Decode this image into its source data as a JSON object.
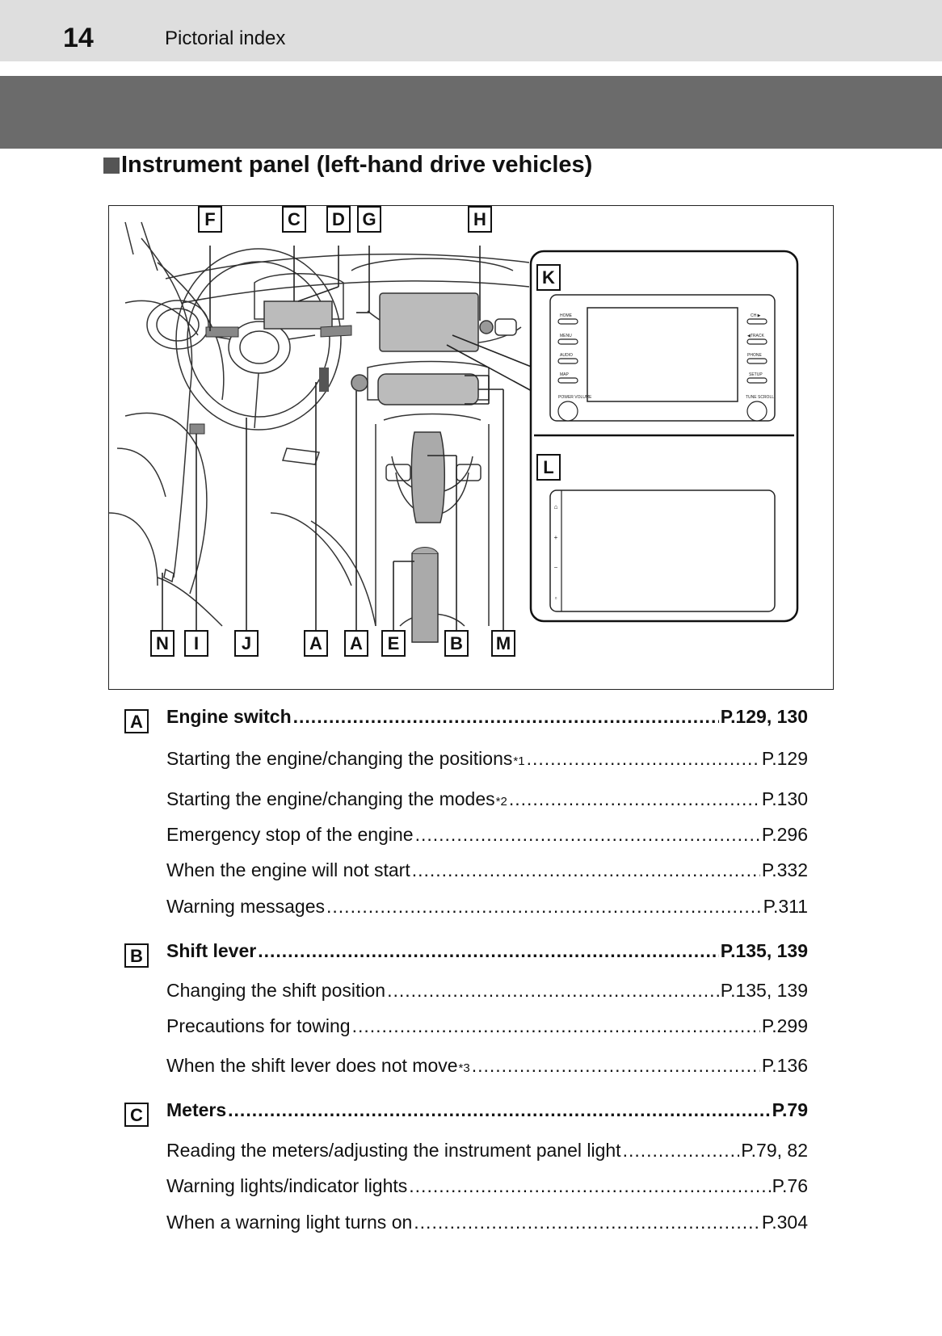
{
  "header": {
    "page_number": "14",
    "section": "Pictorial index"
  },
  "heading": "Instrument panel (left-hand drive vehicles)",
  "figure": {
    "callouts_top": [
      "F",
      "C",
      "D",
      "G",
      "H"
    ],
    "callouts_bottom": [
      "N",
      "I",
      "J",
      "A",
      "A",
      "E",
      "B",
      "M"
    ],
    "inset_k_label": "K",
    "inset_l_label": "L",
    "k_buttons_left": [
      "HOME",
      "MENU",
      "AUDIO",
      "MAP",
      "POWER VOLUME"
    ],
    "k_buttons_right": [
      "CH ▶",
      "◀TRACK",
      "PHONE",
      "SETUP",
      "TUNE SCROLL"
    ],
    "l_side_symbols": [
      "⌂",
      "+",
      "−",
      "▫"
    ]
  },
  "index": [
    {
      "letter": "A",
      "title": "Engine switch",
      "page": "P.129, 130",
      "items": [
        {
          "text": "Starting the engine/changing the positions",
          "sup": "*1",
          "page": "P.129"
        },
        {
          "text": "Starting the engine/changing the modes",
          "sup": "*2",
          "page": "P.130"
        },
        {
          "text": "Emergency stop of the engine",
          "sup": "",
          "page": "P.296"
        },
        {
          "text": "When the engine will not start",
          "sup": "",
          "page": "P.332"
        },
        {
          "text": "Warning messages",
          "sup": "",
          "page": "P.311"
        }
      ]
    },
    {
      "letter": "B",
      "title": "Shift lever",
      "page": "P.135, 139",
      "items": [
        {
          "text": "Changing the shift position",
          "sup": "",
          "page": "P.135, 139"
        },
        {
          "text": "Precautions for towing",
          "sup": "",
          "page": "P.299"
        },
        {
          "text": "When the shift lever does not move",
          "sup": "*3",
          "page": "P.136"
        }
      ]
    },
    {
      "letter": "C",
      "title": "Meters",
      "page": "P.79",
      "items": [
        {
          "text": "Reading the meters/adjusting the instrument panel light",
          "sup": "",
          "page": "P.79, 82"
        },
        {
          "text": "Warning lights/indicator lights",
          "sup": "",
          "page": "P.76"
        },
        {
          "text": "When a warning light turns on",
          "sup": "",
          "page": "P.304"
        }
      ]
    }
  ]
}
